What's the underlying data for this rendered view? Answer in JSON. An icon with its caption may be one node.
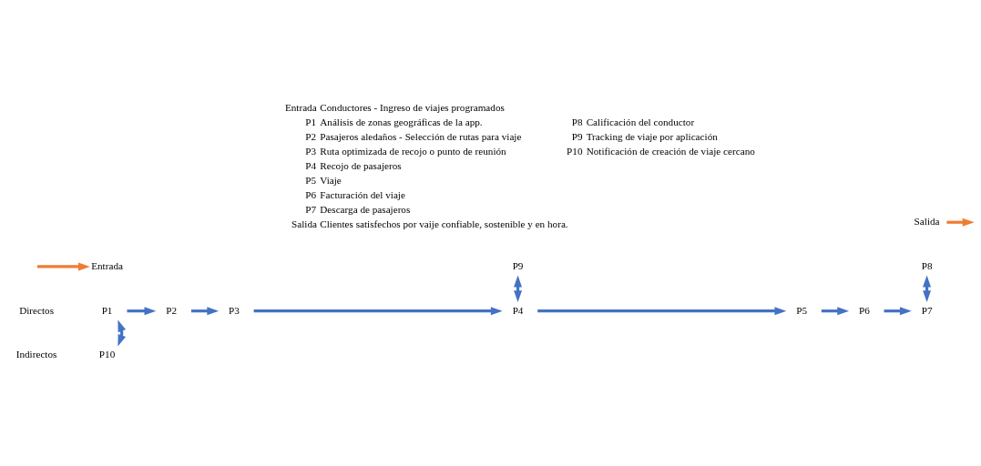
{
  "diagram": {
    "nodes": [
      {
        "text": [
          "Entrada"
        ]
      },
      {
        "text": [
          "Salida"
        ]
      },
      {
        "text": [
          "P1"
        ]
      },
      {
        "text": [
          "P2"
        ]
      },
      {
        "text": [
          "P3"
        ]
      },
      {
        "text": [
          "P4"
        ]
      },
      {
        "text": [
          "P5"
        ]
      },
      {
        "text": [
          "P6"
        ]
      },
      {
        "text": [
          "P7"
        ]
      },
      {
        "text": [
          "P10"
        ]
      },
      {
        "text": [
          "P9"
        ]
      },
      {
        "text": [
          "P8"
        ]
      }
    ],
    "edges": [
      {
        "from": null,
        "to": 0,
        "arrow": "to",
        "color": "#ed7d31"
      },
      {
        "from": 1,
        "to": null,
        "arrow": "to",
        "color": "#ed7d31"
      },
      {
        "from": 2,
        "to": 3,
        "arrow": "to"
      },
      {
        "from": 3,
        "to": 4,
        "arrow": "to"
      },
      {
        "from": 4,
        "to": 5,
        "arrow": "to"
      },
      {
        "from": 5,
        "to": 6,
        "arrow": "to"
      },
      {
        "from": 6,
        "to": 7,
        "arrow": "to"
      },
      {
        "from": 7,
        "to": 8,
        "arrow": "to"
      },
      {
        "from": 2,
        "to": 9,
        "arrow": "both"
      },
      {
        "from": 5,
        "to": 10,
        "arrow": "both"
      },
      {
        "from": 8,
        "to": 11,
        "arrow": "both"
      }
    ],
    "labels": [
      "Directos",
      "Indirectos",
      "Entrada",
      "Conductores - Ingreso de viajes programados",
      "P1",
      "Análisis de zonas geográficas de la app.",
      "P8",
      "Calificación del conductor",
      "P2",
      "Pasajeros aledaños - Selección de rutas para viaje",
      "P9",
      "Tracking de viaje por aplicación",
      "P3",
      "Ruta optimizada de recojo o punto de reunión",
      "P10",
      "Notificación de creación de viaje cercano",
      "P4",
      "Recojo de pasajeros",
      "P5",
      "Viaje",
      "P6",
      "Facturación del viaje",
      "P7",
      "Descarga de pasajeros",
      "Salida",
      "Clientes satisfechos por vaije confiable, sostenible y en hora."
    ]
  }
}
